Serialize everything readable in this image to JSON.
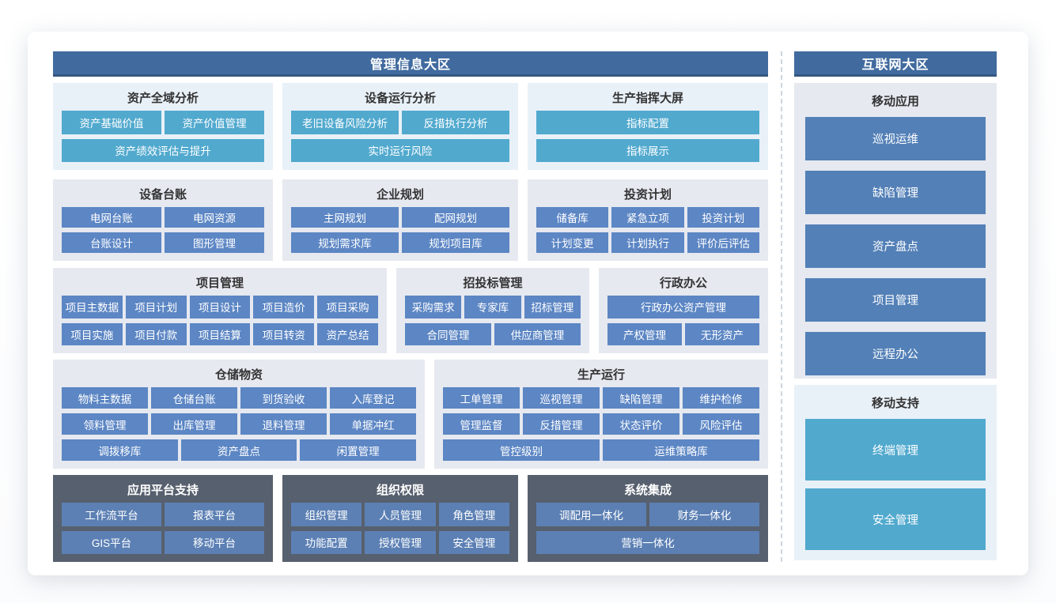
{
  "left_zone": {
    "title": "管理信息大区",
    "rows": [
      {
        "sections": [
          {
            "title": "资产全域分析",
            "theme": "light1",
            "button_style": "teal",
            "button_rows": [
              [
                "资产基础价值",
                "资产价值管理"
              ],
              [
                "资产绩效评估与提升"
              ]
            ]
          },
          {
            "title": "设备运行分析",
            "theme": "light1",
            "button_style": "teal",
            "button_rows": [
              [
                "老旧设备风险分析",
                "反措执行分析"
              ],
              [
                "实时运行风险"
              ]
            ]
          },
          {
            "title": "生产指挥大屏",
            "theme": "light1",
            "button_style": "teal",
            "button_rows": [
              [
                "指标配置"
              ],
              [
                "指标展示"
              ]
            ]
          }
        ]
      },
      {
        "sections": [
          {
            "title": "设备台账",
            "theme": "light2",
            "button_style": "blue",
            "button_rows": [
              [
                "电网台账",
                "电网资源"
              ],
              [
                "台账设计",
                "图形管理"
              ]
            ]
          },
          {
            "title": "企业规划",
            "theme": "light2",
            "button_style": "blue",
            "button_rows": [
              [
                "主网规划",
                "配网规划"
              ],
              [
                "规划需求库",
                "规划项目库"
              ]
            ]
          },
          {
            "title": "投资计划",
            "theme": "light2",
            "button_style": "blue",
            "button_rows": [
              [
                "储备库",
                "紧急立项",
                "投资计划"
              ],
              [
                "计划变更",
                "计划执行",
                "评价后评估"
              ]
            ]
          }
        ]
      },
      {
        "sections": [
          {
            "title": "项目管理",
            "theme": "light2",
            "button_style": "blue",
            "button_rows": [
              [
                "项目主数据",
                "项目计划",
                "项目设计",
                "项目造价",
                "项目采购"
              ],
              [
                "项目实施",
                "项目付款",
                "项目结算",
                "项目转资",
                "资产总结"
              ]
            ]
          },
          {
            "title": "招投标管理",
            "theme": "light2",
            "button_style": "blue",
            "button_rows": [
              [
                "采购需求",
                "专家库",
                "招标管理"
              ],
              [
                "合同管理",
                "供应商管理"
              ]
            ]
          },
          {
            "title": "行政办公",
            "theme": "light2",
            "button_style": "blue",
            "button_rows": [
              [
                "行政办公资产管理"
              ],
              [
                "产权管理",
                "无形资产"
              ]
            ]
          }
        ]
      },
      {
        "sections": [
          {
            "title": "仓储物资",
            "theme": "light2",
            "button_style": "blue",
            "button_rows": [
              [
                "物料主数据",
                "仓储台账",
                "到货验收",
                "入库登记"
              ],
              [
                "领料管理",
                "出库管理",
                "退料管理",
                "单据冲红"
              ],
              [
                "调拨移库",
                "资产盘点",
                "闲置管理"
              ]
            ]
          },
          {
            "title": "生产运行",
            "theme": "light2",
            "button_style": "blue",
            "button_rows": [
              [
                "工单管理",
                "巡视管理",
                "缺陷管理",
                "维护检修"
              ],
              [
                "管理监督",
                "反措管理",
                "状态评价",
                "风险评估"
              ],
              [
                "管控级别",
                "运维策略库"
              ]
            ]
          }
        ]
      },
      {
        "sections": [
          {
            "title": "应用平台支持",
            "theme": "dark",
            "button_style": "darkblue",
            "button_rows": [
              [
                "工作流平台",
                "报表平台"
              ],
              [
                "GIS平台",
                "移动平台"
              ]
            ]
          },
          {
            "title": "组织权限",
            "theme": "dark",
            "button_style": "darkblue",
            "button_rows": [
              [
                "组织管理",
                "人员管理",
                "角色管理"
              ],
              [
                "功能配置",
                "授权管理",
                "安全管理"
              ]
            ]
          },
          {
            "title": "系统集成",
            "theme": "dark",
            "button_style": "darkblue",
            "button_rows": [
              [
                "调配用一体化",
                "财务一体化"
              ],
              [
                "营销一体化"
              ]
            ]
          }
        ]
      }
    ]
  },
  "right_zone": {
    "title": "互联网大区",
    "panels": [
      {
        "title": "移动应用",
        "theme": "light2",
        "button_style": "rightblue",
        "buttons": [
          "巡视运维",
          "缺陷管理",
          "资产盘点",
          "项目管理",
          "远程办公"
        ]
      },
      {
        "title": "移动支持",
        "theme": "light1",
        "button_style": "teal",
        "buttons": [
          "终端管理",
          "安全管理"
        ]
      }
    ]
  },
  "colors": {
    "zone_header_bg": "#416b9f",
    "zone_header_border": "#33567f",
    "teal_button": "#51a9ce",
    "blue_button": "#5c86c4",
    "dark_panel_bg": "#57606e",
    "dark_panel_button": "#5c80b4",
    "right_panel_button": "#5380b7",
    "section_bg_blue_tint": "#e9f1f8",
    "section_bg_gray_tint": "#e6e9f0",
    "section_title_text": "#333333",
    "button_text": "#ffffff",
    "separator_dash": "#ccd6e0"
  }
}
